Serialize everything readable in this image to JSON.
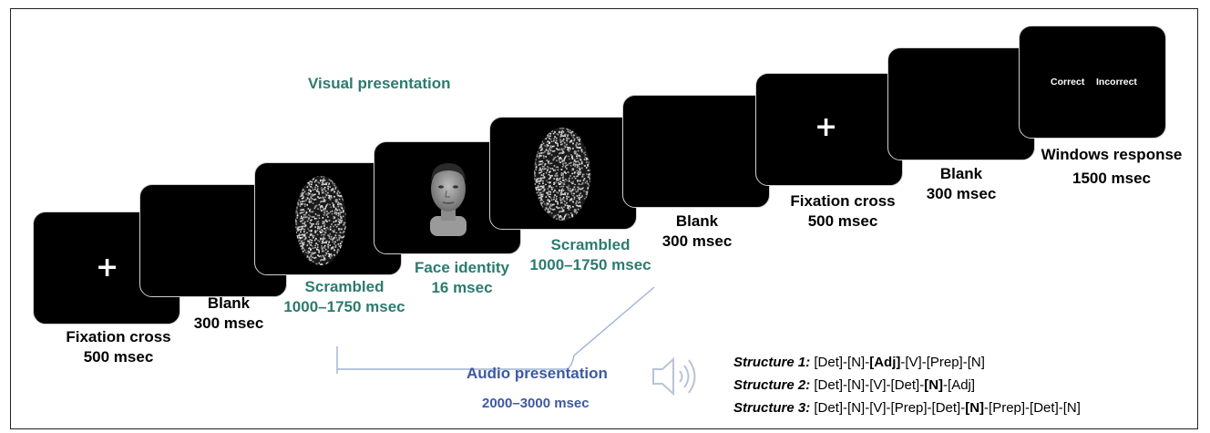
{
  "headers": {
    "visual": "Visual presentation",
    "audio": "Audio presentation",
    "audio_duration": "2000–3000 msec"
  },
  "screens": [
    {
      "content": "fixation",
      "label": "Fixation cross",
      "duration": "500 msec",
      "color": "#000000"
    },
    {
      "content": "blank",
      "label": "Blank",
      "duration": "300 msec",
      "color": "#000000"
    },
    {
      "content": "scrambled",
      "label": "Scrambled",
      "duration": "1000–1750 msec",
      "color": "#2c7b6f"
    },
    {
      "content": "face",
      "label": "Face identity",
      "duration": "16 msec",
      "color": "#2c7b6f"
    },
    {
      "content": "scrambled",
      "label": "Scrambled",
      "duration": "1000–1750 msec",
      "color": "#2c7b6f"
    },
    {
      "content": "blank",
      "label": "Blank",
      "duration": "300 msec",
      "color": "#000000"
    },
    {
      "content": "fixation",
      "label": "Fixation cross",
      "duration": "500 msec",
      "color": "#000000"
    },
    {
      "content": "blank",
      "label": "Blank",
      "duration": "300 msec",
      "color": "#000000"
    },
    {
      "content": "response",
      "label": "Windows response",
      "duration": "1500 msec",
      "color": "#000000"
    }
  ],
  "response_options": [
    "Correct",
    "Incorrect"
  ],
  "fixation_symbol": "+",
  "structures": [
    {
      "name": "Structure 1:",
      "sequence": [
        [
          "[Det]-[N]-",
          false
        ],
        [
          "[Adj]",
          true
        ],
        [
          "-[V]-[Prep]-[N]",
          false
        ]
      ]
    },
    {
      "name": "Structure 2:",
      "sequence": [
        [
          "[Det]-[N]-[V]-[Det]-",
          false
        ],
        [
          "[N]",
          true
        ],
        [
          "-[Adj]",
          false
        ]
      ]
    },
    {
      "name": "Structure 3:",
      "sequence": [
        [
          "[Det]-[N]-[V]-[Prep]-[Det]-",
          false
        ],
        [
          "[N]",
          true
        ],
        [
          "-[Prep]-[Det]-[N]",
          false
        ]
      ]
    }
  ],
  "icons": {
    "speaker": "speaker-icon"
  },
  "colors": {
    "visual": "#2c7b6f",
    "audio": "#3d5a9e",
    "bracket": "#9db3d6"
  }
}
